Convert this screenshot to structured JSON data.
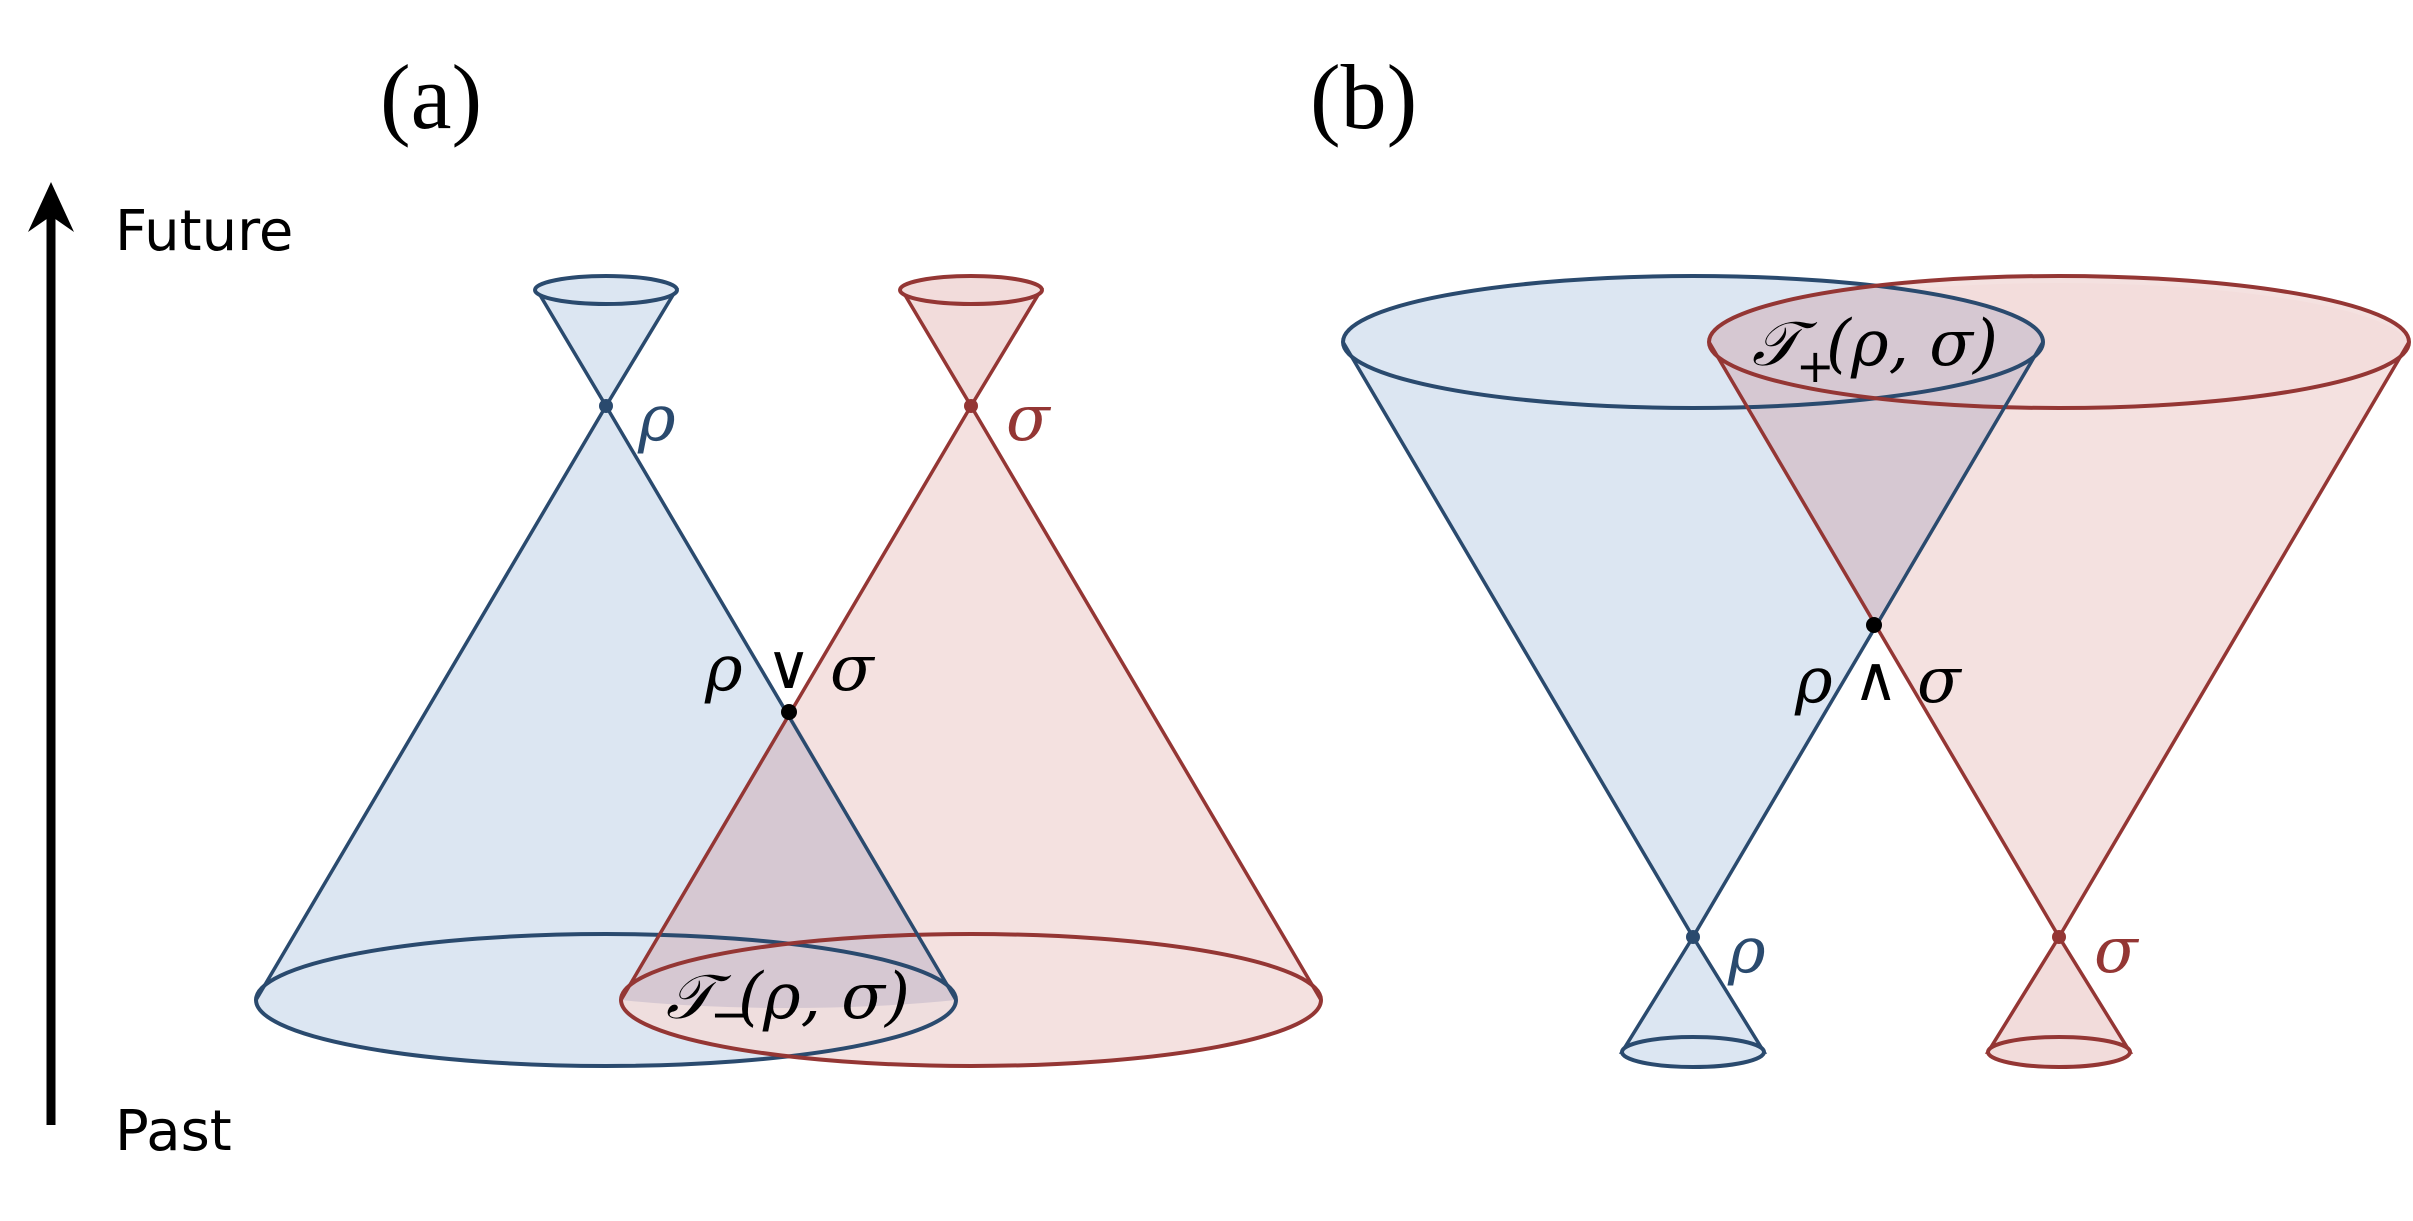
{
  "figure": {
    "panel_a": {
      "label": "(a)",
      "rho_label": "ρ",
      "sigma_label": "σ",
      "join_label_left": "ρ",
      "join_label_op": "∨",
      "join_label_right": "σ",
      "region_label_main": "𝒯",
      "region_label_sub": "−",
      "region_label_args": "(ρ, σ)"
    },
    "panel_b": {
      "label": "(b)",
      "rho_label": "ρ",
      "sigma_label": "σ",
      "meet_label_left": "ρ",
      "meet_label_op": "∧",
      "meet_label_right": "σ",
      "region_label_main": "𝒯",
      "region_label_sub": "+",
      "region_label_args": "(ρ, σ)"
    },
    "time_axis": {
      "top_label": "Future",
      "bottom_label": "Past"
    },
    "colors": {
      "rho_stroke": "#2a4a6e",
      "rho_fill": "#dce6f2",
      "sigma_stroke": "#943634",
      "sigma_fill": "#f2dcdb",
      "overlap_fill": "#d6c8d2",
      "point_black": "#000000"
    }
  }
}
